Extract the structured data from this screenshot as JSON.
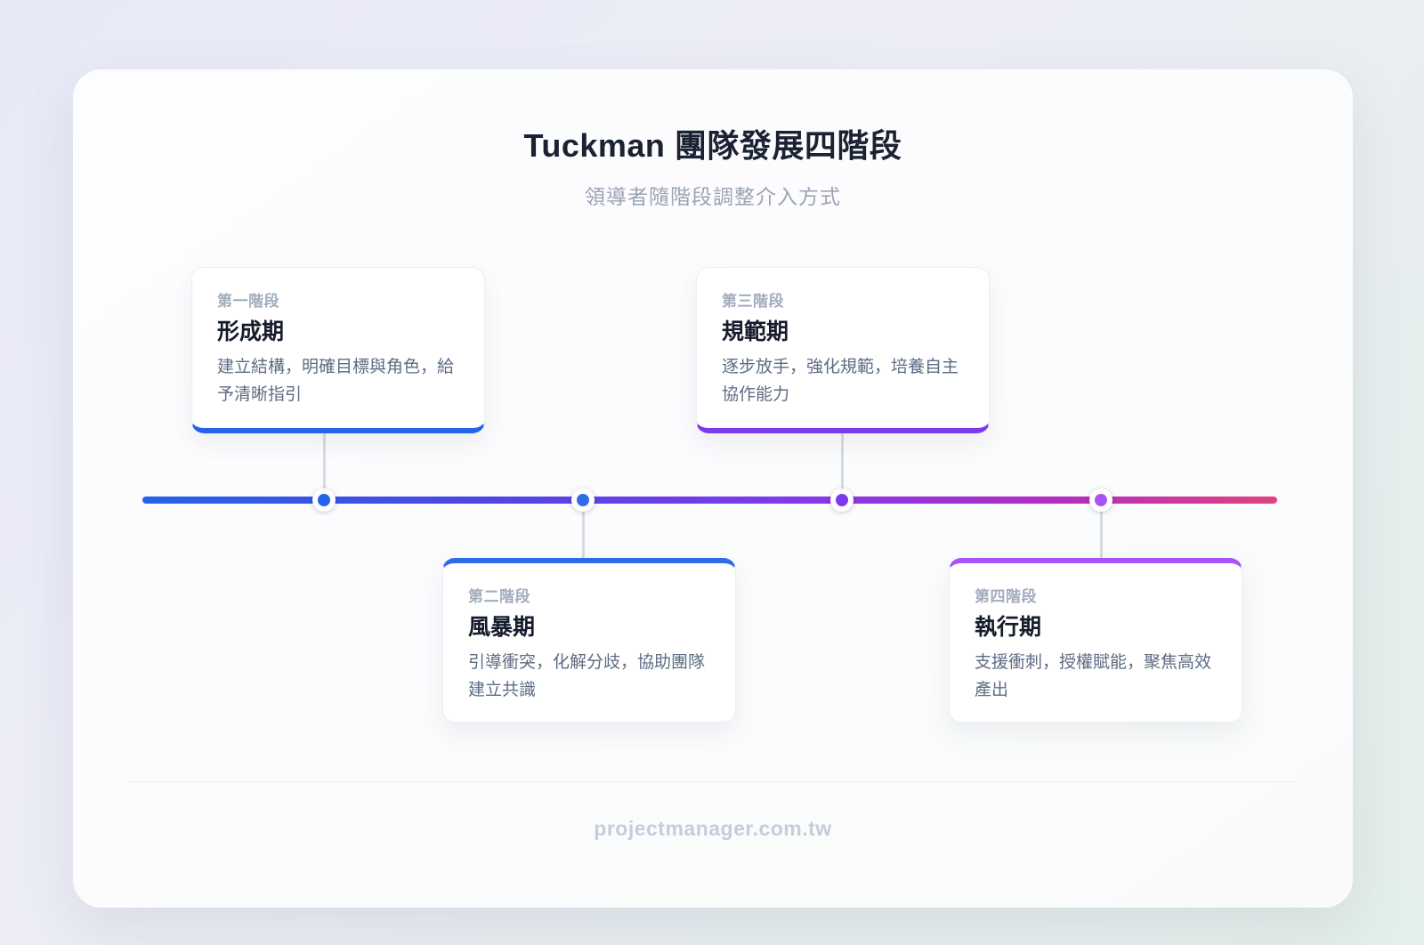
{
  "header": {
    "title": "Tuckman 團隊發展四階段",
    "subtitle": "領導者隨階段調整介入方式"
  },
  "stages": [
    {
      "label": "第一階段",
      "name": "形成期",
      "description": "建立結構，明確目標與角色，給予清晰指引",
      "accent": "#2563eb",
      "position": "above-timeline"
    },
    {
      "label": "第二階段",
      "name": "風暴期",
      "description": "引導衝突，化解分歧，協助團隊建立共識",
      "accent": "#2f6ce8",
      "position": "below-timeline"
    },
    {
      "label": "第三階段",
      "name": "規範期",
      "description": "逐步放手，強化規範，培養自主協作能力",
      "accent": "#7c3aed",
      "position": "above-timeline"
    },
    {
      "label": "第四階段",
      "name": "執行期",
      "description": "支援衝刺，授權賦能，聚焦高效產出",
      "accent": "#a855f7",
      "position": "below-timeline"
    }
  ],
  "timeline": {
    "gradient": [
      "#2563eb 0%",
      "#4f46e5 30%",
      "#7c3aed 55%",
      "#b32bc4 80%",
      "#e0447f 100%"
    ]
  },
  "footer": {
    "text": "projectmanager.com.tw"
  }
}
